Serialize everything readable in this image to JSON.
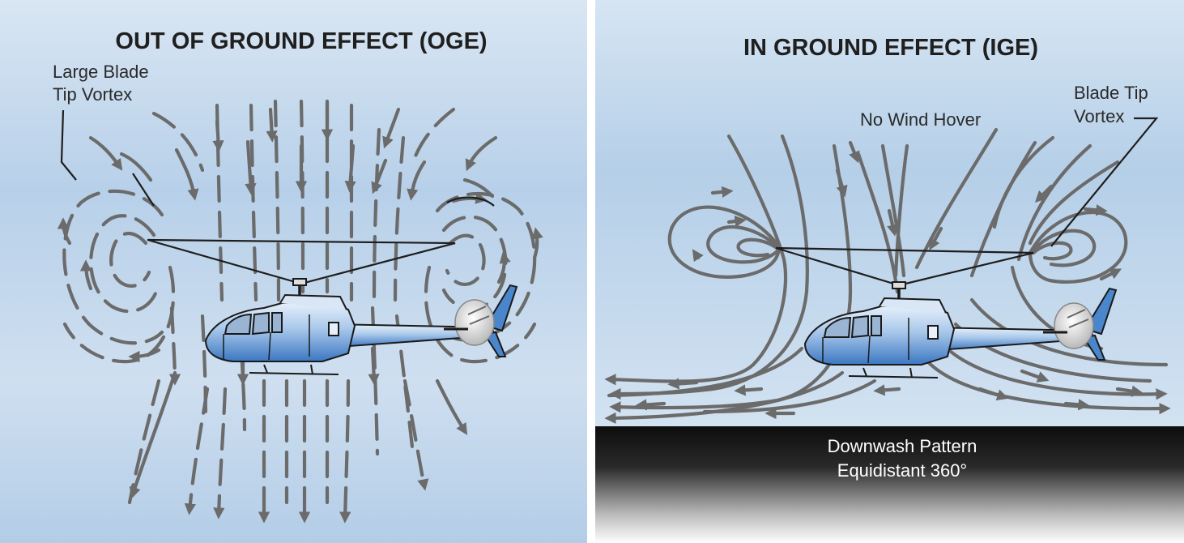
{
  "oge": {
    "title": "OUT OF GROUND EFFECT (OGE)",
    "label_vortex_line1": "Large Blade",
    "label_vortex_line2": "Tip Vortex"
  },
  "ige": {
    "title": "IN GROUND EFFECT (IGE)",
    "label_hover": "No Wind Hover",
    "label_vortex_line1": "Blade Tip",
    "label_vortex_line2": "Vortex",
    "ground_line1": "Downwash Pattern",
    "ground_line2": "Equidistant 360°"
  },
  "colors": {
    "sky_light": "#e6eef7",
    "sky_blue": "#aecbe6",
    "arrow_gray": "#6b6b6b",
    "ground_dark": "#111111",
    "heli_blue": "#4a86cc",
    "heli_light": "#cfe0f3"
  }
}
